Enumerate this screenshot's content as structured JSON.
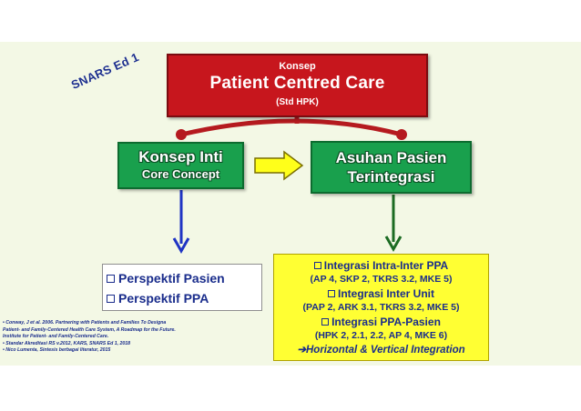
{
  "top_box": {
    "small": "Konsep",
    "title": "Patient Centred Care",
    "sub": "(Std HPK)"
  },
  "stamp": "SNARS Ed 1",
  "left_box": {
    "line1": "Konsep Inti",
    "line2": "Core Concept"
  },
  "right_box": {
    "line1": "Asuhan Pasien",
    "line2": "Terintegrasi"
  },
  "perspektif": {
    "items": [
      "Perspektif Pasien",
      "Perspektif PPA"
    ]
  },
  "integrasi": {
    "rows": [
      {
        "heading": "Integrasi Intra-Inter PPA",
        "sub": "(AP 4, SKP 2, TKRS 3.2, MKE 5)"
      },
      {
        "heading": "Integrasi Inter Unit",
        "sub": "(PAP 2, ARK 3.1, TKRS 3.2, MKE 5)"
      },
      {
        "heading": "Integrasi PPA-Pasien",
        "sub": "(HPK 2, 2.1, 2.2, AP 4, MKE 6)"
      }
    ],
    "footer_arrow": "➔",
    "footer": "Horizontal & Vertical Integration"
  },
  "references": [
    "• Conway, J et al. 2006. Partnering with Patients and Families To Designa",
    "  Patient- and Family-Centered Health Care System, A Roadmap for the Future.",
    "  Institute for Patient- and Family-Centered Care.",
    "• Standar Akreditasi RS v.2012, KARS, SNARS Ed 1, 2018",
    "• Nico Lumenta, Sintesis berbagai literatur, 2015"
  ],
  "colors": {
    "red": "#c7161d",
    "green": "#19a04d",
    "yellow": "#ffff33",
    "navy": "#1a2d8c",
    "connector_red": "#b51a1f"
  }
}
